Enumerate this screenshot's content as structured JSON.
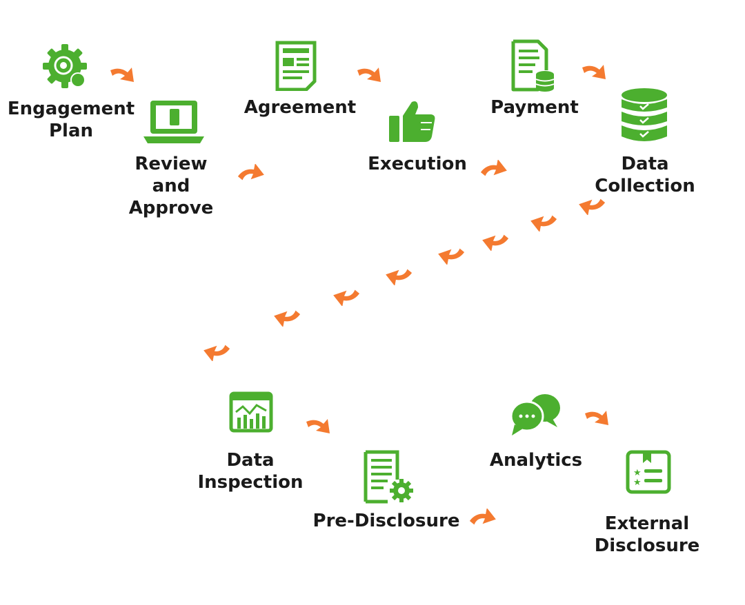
{
  "colors": {
    "icon_green": "#4caf2f",
    "arrow_orange": "#f47a30",
    "text": "#1a1a1a"
  },
  "steps": [
    {
      "icon": "gear-icon",
      "lines": [
        "Engagement",
        "Plan"
      ]
    },
    {
      "icon": "laptop-icon",
      "lines": [
        "Review",
        "and",
        "Approve"
      ]
    },
    {
      "icon": "form-document-icon",
      "lines": [
        "Agreement"
      ]
    },
    {
      "icon": "thumbs-up-icon",
      "lines": [
        "Execution"
      ]
    },
    {
      "icon": "document-database-icon",
      "lines": [
        "Payment"
      ]
    },
    {
      "icon": "database-icon",
      "lines": [
        "Data",
        "Collection"
      ]
    },
    {
      "icon": "chart-monitor-icon",
      "lines": [
        "Data",
        "Inspection"
      ]
    },
    {
      "icon": "document-gear-icon",
      "lines": [
        "Pre-Disclosure"
      ]
    },
    {
      "icon": "chat-bubbles-icon",
      "lines": [
        "Analytics"
      ]
    },
    {
      "icon": "bookmark-list-icon",
      "lines": [
        "External",
        "Disclosure"
      ]
    }
  ]
}
